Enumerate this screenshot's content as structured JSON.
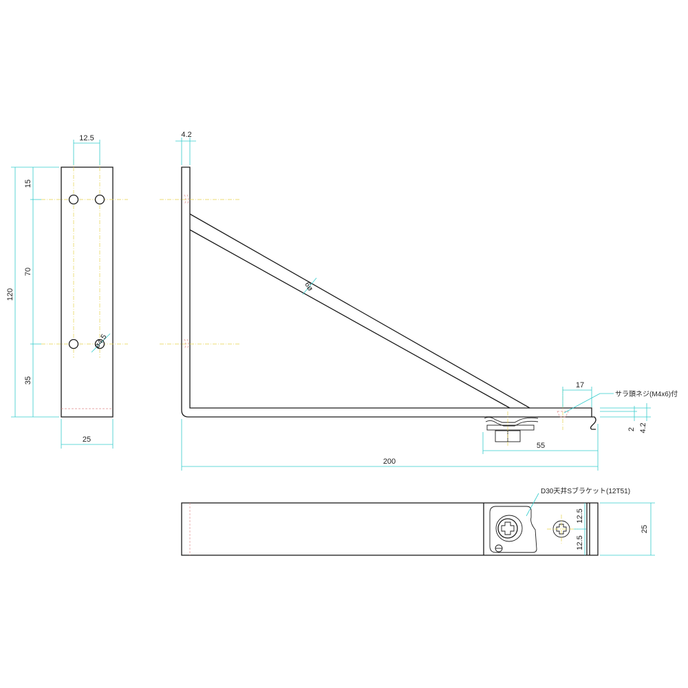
{
  "colors": {
    "object_line": "#1a1a1a",
    "dimension_line": "#33cccc",
    "center_line": "#e6d24a",
    "hidden_line": "#e08a8a",
    "background": "#ffffff"
  },
  "front_view": {
    "dims": {
      "width_top": "12.5",
      "height_total": "120",
      "edge_top": "15",
      "hole_spacing": "70",
      "edge_bottom": "35",
      "width_bottom": "25",
      "hole_diameter": "ø4.5"
    }
  },
  "side_view": {
    "dims": {
      "thickness": "4.2",
      "length_total": "200",
      "offset_17": "17",
      "offset_55": "55",
      "gap_2": "2",
      "height_4_2": "4.2",
      "brace_dia": "6ø"
    },
    "notes": {
      "screw": "サラ頭ネジ(M4x6)付"
    }
  },
  "plan_view": {
    "dims": {
      "width": "25",
      "half_upper": "12.5",
      "half_lower": "12.5"
    },
    "notes": {
      "bracket": "D30天井Sブラケット(12T51)"
    }
  }
}
